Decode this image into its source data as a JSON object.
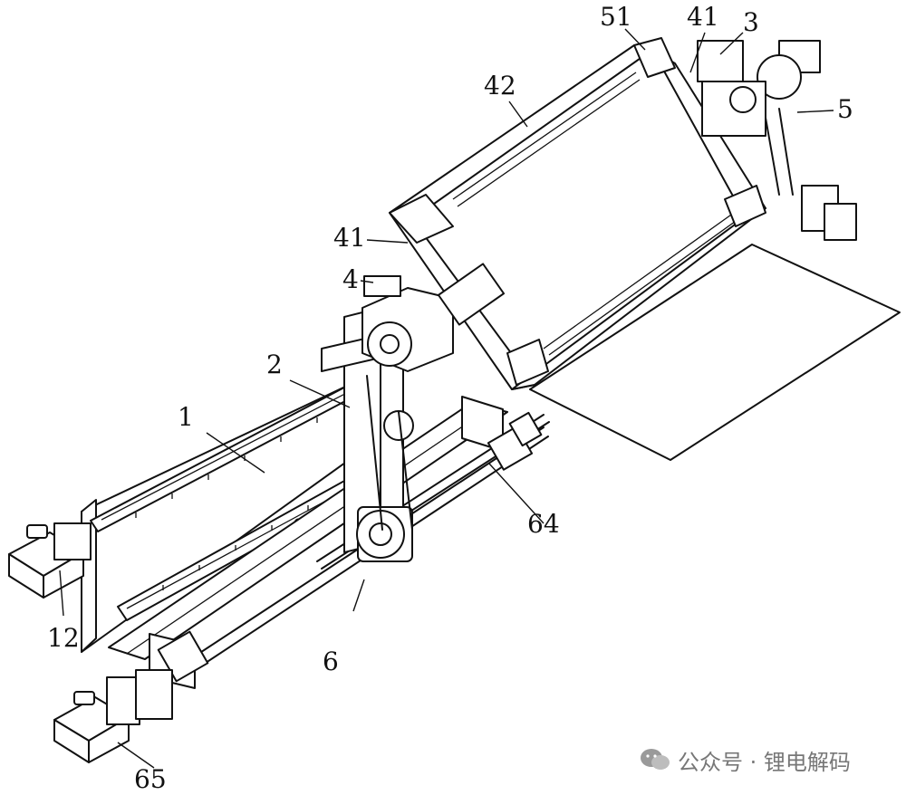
{
  "labels": {
    "l1": "1",
    "l2": "2",
    "l3": "3",
    "l4": "4",
    "l5": "5",
    "l6": "6",
    "l12": "12",
    "l41a": "41",
    "l41b": "41",
    "l42": "42",
    "l51": "51",
    "l64": "64",
    "l65": "65"
  },
  "watermark": {
    "text": "公众号 · 锂电解码",
    "icon": "wechat-icon"
  }
}
